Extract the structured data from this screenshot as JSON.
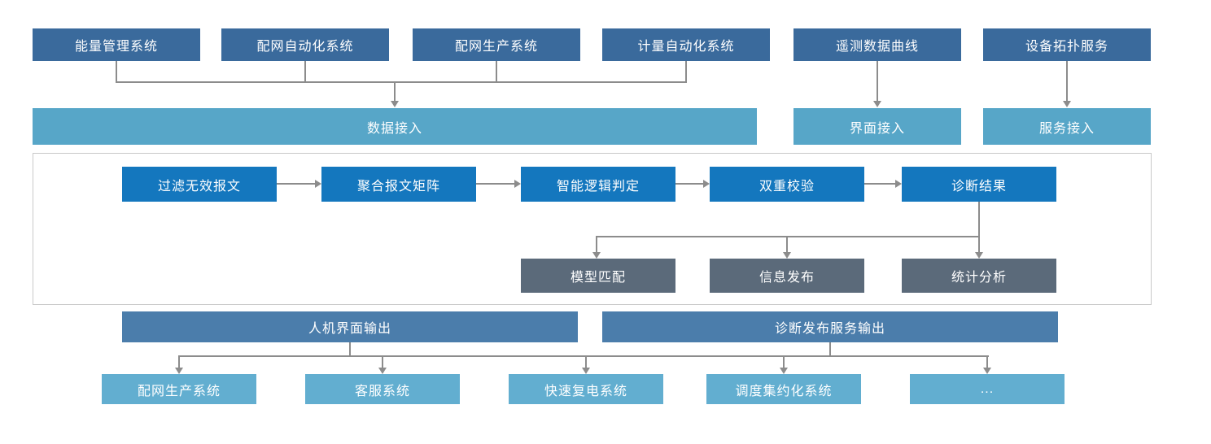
{
  "top_row": [
    {
      "label": "能量管理系统"
    },
    {
      "label": "配网自动化系统"
    },
    {
      "label": "配网生产系统"
    },
    {
      "label": "计量自动化系统"
    },
    {
      "label": "遥测数据曲线"
    },
    {
      "label": "设备拓扑服务"
    }
  ],
  "access_row": [
    {
      "label": "数据接入"
    },
    {
      "label": "界面接入"
    },
    {
      "label": "服务接入"
    }
  ],
  "process_row": [
    {
      "label": "过滤无效报文"
    },
    {
      "label": "聚合报文矩阵"
    },
    {
      "label": "智能逻辑判定"
    },
    {
      "label": "双重校验"
    },
    {
      "label": "诊断结果"
    }
  ],
  "result_row": [
    {
      "label": "模型匹配"
    },
    {
      "label": "信息发布"
    },
    {
      "label": "统计分析"
    }
  ],
  "output_row": [
    {
      "label": "人机界面输出"
    },
    {
      "label": "诊断发布服务输出"
    }
  ],
  "target_row": [
    {
      "label": "配网生产系统"
    },
    {
      "label": "客服系统"
    },
    {
      "label": "快速复电系统"
    },
    {
      "label": "调度集约化系统"
    },
    {
      "label": "..."
    }
  ],
  "colors": {
    "source_box": "#3a6a9c",
    "access_box": "#57a6c8",
    "process_box": "#1477be",
    "result_box": "#5b6a7a",
    "output_box": "#4b7dab",
    "target_box": "#62aed0",
    "connector_line": "#8c8c8c",
    "frame_border": "#c9c9c9"
  }
}
